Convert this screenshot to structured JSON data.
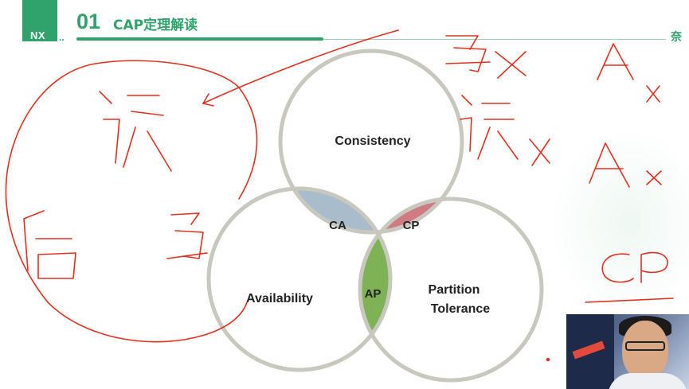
{
  "header": {
    "logo_text": "NX",
    "logo_dots": "..",
    "slide_number": "01",
    "slide_title": "CAP定理解读",
    "brand_partial": "奈"
  },
  "diagram": {
    "circles": [
      {
        "name": "consistency",
        "label": "Consistency"
      },
      {
        "name": "availability",
        "label": "Availability"
      },
      {
        "name": "partition-tolerance",
        "label_line1": "Partition",
        "label_line2": "Tolerance"
      }
    ],
    "intersections": [
      {
        "name": "ca",
        "label": "CA",
        "color": "#a9bccb"
      },
      {
        "name": "cp",
        "label": "CP",
        "color": "#d07b82"
      },
      {
        "name": "ap",
        "label": "AP",
        "color": "#7fb255"
      }
    ],
    "circle_stroke": "#c8c8bf"
  },
  "colors": {
    "brand_green": "#2fa36b",
    "annotation_red": "#e03020"
  }
}
